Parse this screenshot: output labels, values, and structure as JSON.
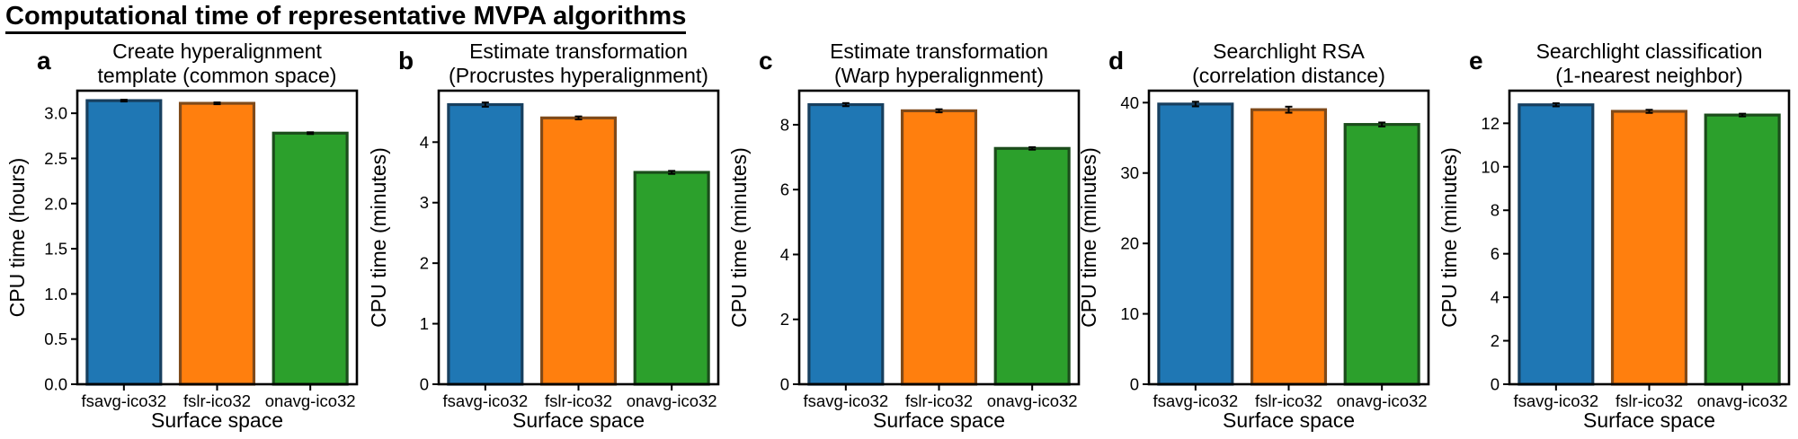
{
  "figure": {
    "title": "Computational time of representative MVPA algorithms"
  },
  "colors": {
    "fsavg-ico32": {
      "fill": "#1F77B4",
      "edge": "#173F5F"
    },
    "fslr-ico32": {
      "fill": "#FF7F0E",
      "edge": "#7F4A1A"
    },
    "onavg-ico32": {
      "fill": "#2CA02C",
      "edge": "#1B4D1B"
    }
  },
  "chart_data": [
    {
      "type": "bar",
      "panel": "a",
      "title_lines": [
        "Create hyperalignment",
        "template (common space)"
      ],
      "categories": [
        "fsavg-ico32",
        "fslr-ico32",
        "onavg-ico32"
      ],
      "values": [
        3.14,
        3.11,
        2.78
      ],
      "errors": [
        0,
        0,
        0
      ],
      "xlabel": "Surface space",
      "ylabel": "CPU time (hours)",
      "ylim": [
        0,
        3.25
      ],
      "yticks": [
        0.0,
        0.5,
        1.0,
        1.5,
        2.0,
        2.5,
        3.0
      ],
      "ytick_labels": [
        "0.0",
        "0.5",
        "1.0",
        "1.5",
        "2.0",
        "2.5",
        "3.0"
      ],
      "grid": false
    },
    {
      "type": "bar",
      "panel": "b",
      "title_lines": [
        "Estimate transformation",
        "(Procrustes hyperalignment)"
      ],
      "categories": [
        "fsavg-ico32",
        "fslr-ico32",
        "onavg-ico32"
      ],
      "values": [
        4.62,
        4.4,
        3.5
      ],
      "errors": [
        0.02,
        0.01,
        0.01
      ],
      "xlabel": "Surface space",
      "ylabel": "CPU time (minutes)",
      "ylim": [
        0,
        4.85
      ],
      "yticks": [
        0,
        1,
        2,
        3,
        4
      ],
      "ytick_labels": [
        "0",
        "1",
        "2",
        "3",
        "4"
      ],
      "grid": false
    },
    {
      "type": "bar",
      "panel": "c",
      "title_lines": [
        "Estimate transformation",
        "(Warp hyperalignment)"
      ],
      "categories": [
        "fsavg-ico32",
        "fslr-ico32",
        "onavg-ico32"
      ],
      "values": [
        8.62,
        8.43,
        7.27
      ],
      "errors": [
        0.02,
        0.02,
        0.01
      ],
      "xlabel": "Surface space",
      "ylabel": "CPU time (minutes)",
      "ylim": [
        0,
        9.05
      ],
      "yticks": [
        0,
        2,
        4,
        6,
        8
      ],
      "ytick_labels": [
        "0",
        "2",
        "4",
        "6",
        "8"
      ],
      "grid": false
    },
    {
      "type": "bar",
      "panel": "d",
      "title_lines": [
        "Searchlight RSA",
        "(correlation distance)"
      ],
      "categories": [
        "fsavg-ico32",
        "fslr-ico32",
        "onavg-ico32"
      ],
      "values": [
        39.8,
        39.0,
        36.9
      ],
      "errors": [
        0.2,
        0.3,
        0.15
      ],
      "xlabel": "Surface space",
      "ylabel": "CPU time (minutes)",
      "ylim": [
        0,
        41.7
      ],
      "yticks": [
        0,
        10,
        20,
        30,
        40
      ],
      "ytick_labels": [
        "0",
        "10",
        "20",
        "30",
        "40"
      ],
      "grid": false
    },
    {
      "type": "bar",
      "panel": "e",
      "title_lines": [
        "Searchlight classification",
        "(1-nearest neighbor)"
      ],
      "categories": [
        "fsavg-ico32",
        "fslr-ico32",
        "onavg-ico32"
      ],
      "values": [
        12.85,
        12.55,
        12.38
      ],
      "errors": [
        0.03,
        0.03,
        0.02
      ],
      "xlabel": "Surface space",
      "ylabel": "CPU time (minutes)",
      "ylim": [
        0,
        13.5
      ],
      "yticks": [
        0,
        2,
        4,
        6,
        8,
        10,
        12
      ],
      "ytick_labels": [
        "0",
        "2",
        "4",
        "6",
        "8",
        "10",
        "12"
      ],
      "grid": false
    }
  ]
}
